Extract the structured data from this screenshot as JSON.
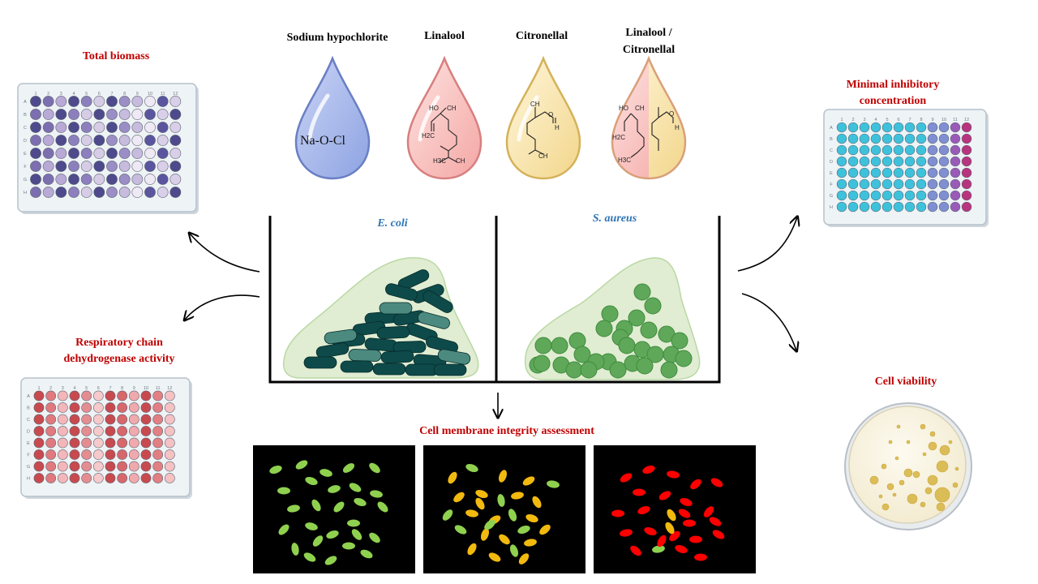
{
  "compounds": [
    {
      "label": "Sodium  hypochlorite"
    },
    {
      "label": "Linalool"
    },
    {
      "label": "Citronellal"
    },
    {
      "label_line1": "Linalool /",
      "label_line2": "Citronellal"
    }
  ],
  "sodium_drop_text": "Na-O-Cl",
  "chem_labels": {
    "oh": "HO",
    "ch3": "CH",
    "h2c": "H2C",
    "o": "O",
    "h": "H",
    "h3c": "H3C"
  },
  "bacteria": {
    "left": "E. coli",
    "right": "S. aureus"
  },
  "assays": {
    "total_biomass": "Total biomass",
    "mic_line1": "Minimal inhibitory",
    "mic_line2": "concentration",
    "resp_line1": "Respiratory chain",
    "resp_line2": "dehydrogenase activity",
    "viability": "Cell viability",
    "membrane": "Cell membrane  integrity  assessment"
  },
  "plate": {
    "cols": [
      "1",
      "2",
      "3",
      "4",
      "5",
      "6",
      "7",
      "8",
      "9",
      "10",
      "11",
      "12"
    ],
    "rows": [
      "A",
      "B",
      "C",
      "D",
      "E",
      "F",
      "G",
      "H"
    ]
  },
  "colors": {
    "red_title": "#c00000",
    "species_blue": "#2f75b5",
    "ecoli_dark": "#0e4a4a",
    "ecoli_mid": "#3f7a72",
    "saureus": "#5fa85a",
    "biofilm": "#e0edd2",
    "mic_cyan": "#3ec2dc",
    "mic_purple": "#9a5ab8",
    "mic_magenta": "#b8347e",
    "resp_red": "#c84a4f",
    "biomass_purple": "#4e4a8c",
    "live_green": "#8fd14f",
    "stain_yellow": "#f2b90f",
    "dead_red": "#ff0000"
  }
}
